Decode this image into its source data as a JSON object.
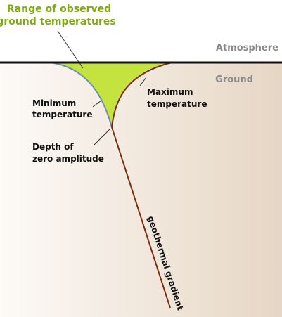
{
  "labels": {
    "range_line1": "Range of observed",
    "range_line2": "ground temperatures",
    "atmosphere": "Atmosphere",
    "ground": "Ground",
    "minimum_line1": "Minimum",
    "minimum_line2": "temperature",
    "maximum_line1": "Maximum",
    "maximum_line2": "temperature",
    "depth_line1": "Depth of",
    "depth_line2": "zero amplitude",
    "gradient": "geothermal gradient"
  },
  "colors": {
    "range_fill": "#c5e33f",
    "range_text": "#7ea814",
    "gradient_line": "#7a2f0c",
    "minimum_line": "#6b8fb8",
    "surface_line": "#111111",
    "label_gray": "#8a8a8a",
    "ground_light": "#fdfaf7",
    "ground_dark": "#e6d6c4"
  }
}
